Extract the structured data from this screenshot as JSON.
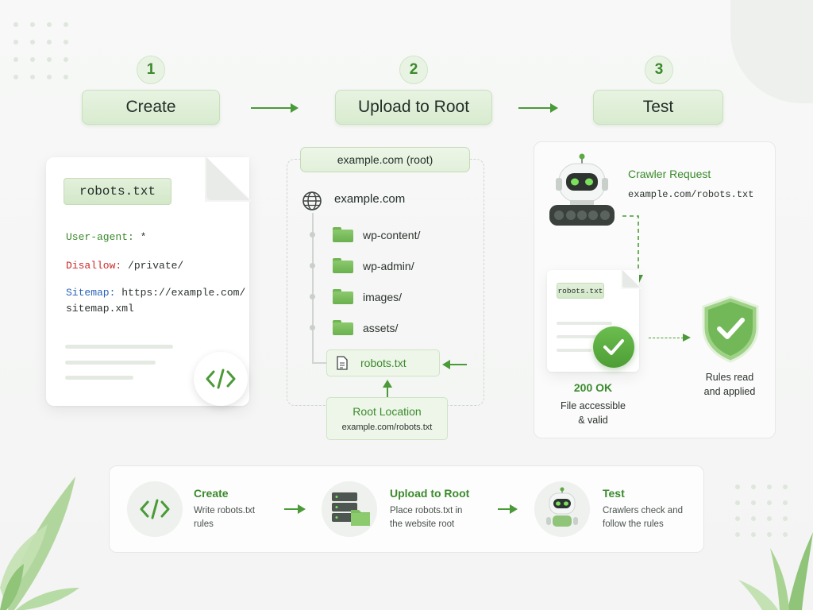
{
  "steps": [
    {
      "number": "1",
      "label": "Create"
    },
    {
      "number": "2",
      "label": "Upload to Root"
    },
    {
      "number": "3",
      "label": "Test"
    }
  ],
  "create_card": {
    "filename": "robots.txt",
    "lines": {
      "user_agent_key": "User-agent:",
      "user_agent_val": " *",
      "disallow_key": "Disallow:",
      "disallow_val": " /private/",
      "sitemap_key": "Sitemap:",
      "sitemap_val1": " https://example.com/",
      "sitemap_val2": "sitemap.xml"
    },
    "code_icon": "code-icon"
  },
  "upload_card": {
    "root_label": "example.com (root)",
    "domain": "example.com",
    "folders": [
      "wp-content/",
      "wp-admin/",
      "images/",
      "assets/"
    ],
    "file": "robots.txt",
    "root_location_title": "Root Location",
    "root_location_url": "example.com/robots.txt"
  },
  "test_card": {
    "crawler_title": "Crawler Request",
    "crawler_url": "example.com/robots.txt",
    "file_tag": "robots.txt",
    "status": "200 OK",
    "status_desc1": "File accessible",
    "status_desc2": "& valid",
    "result1": "Rules read",
    "result2": "and applied"
  },
  "legend": [
    {
      "title": "Create",
      "desc1": "Write robots.txt",
      "desc2": "rules",
      "icon": "code-icon"
    },
    {
      "title": "Upload to Root",
      "desc1": "Place robots.txt in",
      "desc2": "the website root",
      "icon": "server-folder-icon"
    },
    {
      "title": "Test",
      "desc1": "Crawlers check and",
      "desc2": "follow the rules",
      "icon": "robot-icon"
    }
  ],
  "colors": {
    "accent": "#3b8a2c",
    "pill": "#dcedd3",
    "disallow": "#cc2a2a",
    "sitemap": "#2a63b8"
  }
}
